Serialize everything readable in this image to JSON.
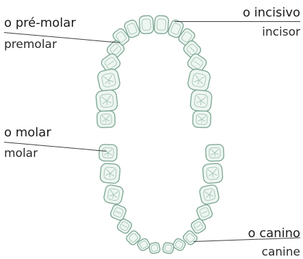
{
  "labels": {
    "premolar": {
      "term": "o pré-molar",
      "translation": "premolar"
    },
    "incisor": {
      "term": "o incisivo",
      "translation": "incisor"
    },
    "molar": {
      "term": "o molar",
      "translation": "molar"
    },
    "canine": {
      "term": "o canino",
      "translation": "canine"
    }
  },
  "colors": {
    "tooth_fill": "#eef6f1",
    "tooth_outline": "#7fa895",
    "tooth_detail": "#a9c8b9",
    "text": "#1b1b1b",
    "leader": "#3a3a3a"
  }
}
